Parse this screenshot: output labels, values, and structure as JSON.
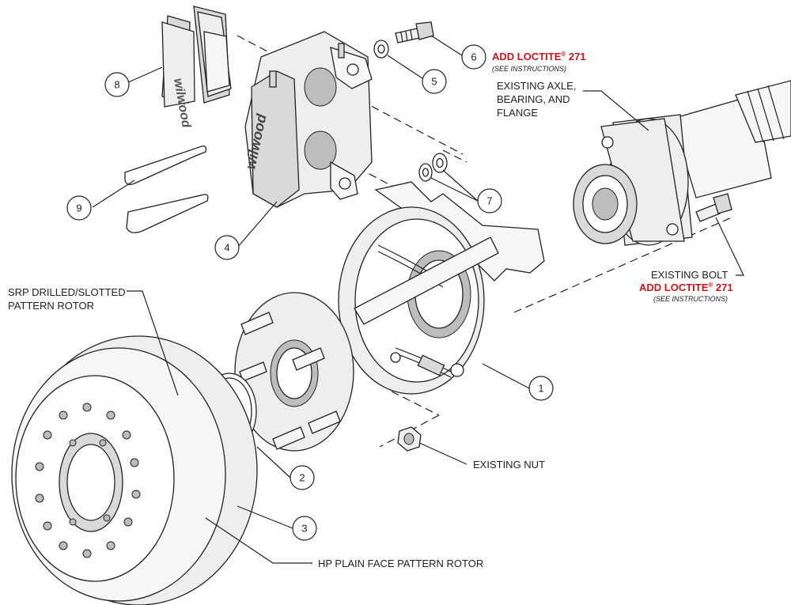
{
  "callouts": {
    "c1": "1",
    "c2": "2",
    "c3": "3",
    "c4": "4",
    "c5": "5",
    "c6": "6",
    "c7": "7",
    "c8": "8",
    "c9": "9"
  },
  "notes": {
    "loctite_top": "ADD LOCTITE",
    "loctite_top_num": "271",
    "reg_mark": "®",
    "see_instructions_top": "(SEE INSTRUCTIONS)",
    "axle_line1": "EXISTING AXLE,",
    "axle_line2": "BEARING, AND",
    "axle_line3": "FLANGE",
    "bolt_line": "EXISTING BOLT",
    "loctite_bolt": "ADD LOCTITE",
    "loctite_bolt_num": "271",
    "see_instructions_bolt": "(SEE INSTRUCTIONS)",
    "srp_line1": "SRP DRILLED/SLOTTED",
    "srp_line2": "PATTERN ROTOR",
    "existing_nut": "EXISTING NUT",
    "hp_rotor": "HP PLAIN FACE PATTERN ROTOR"
  },
  "logo": {
    "brand": "wilwood"
  },
  "colors": {
    "accent_red": "#d0121b",
    "line": "#222222"
  }
}
